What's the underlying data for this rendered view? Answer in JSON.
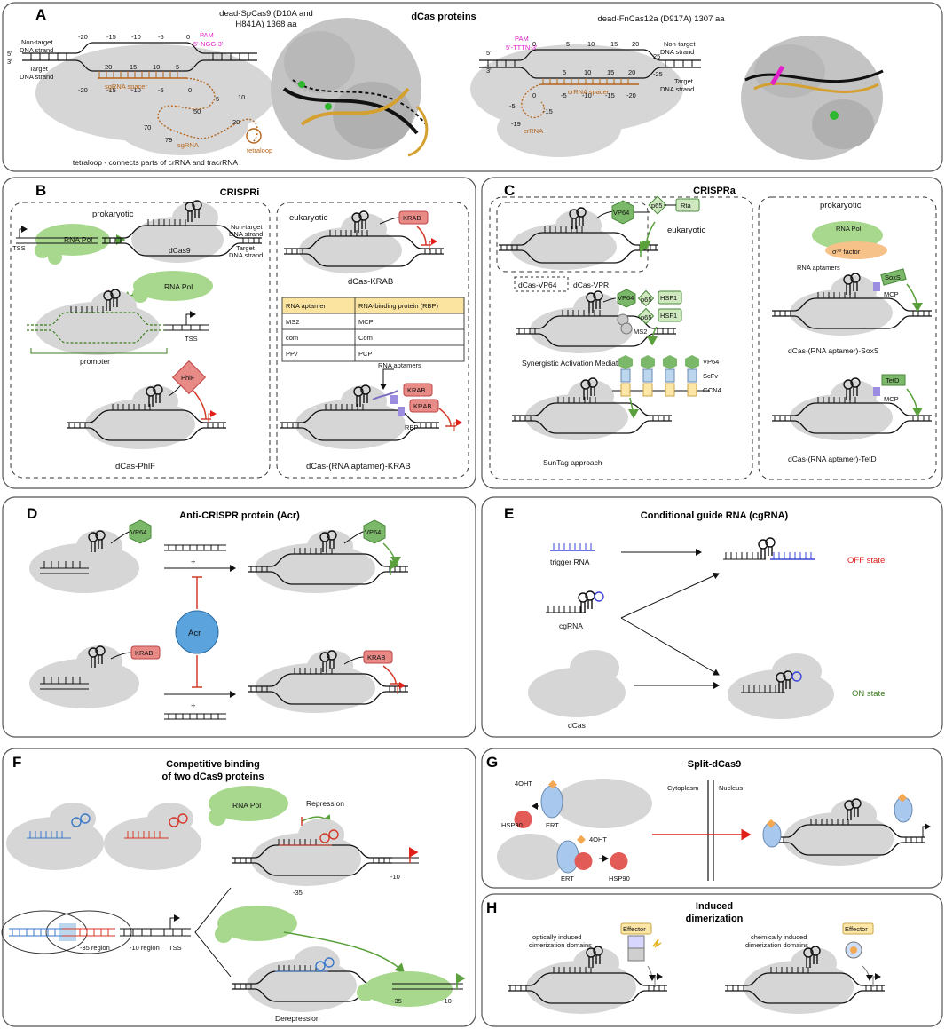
{
  "colors": {
    "cas_gray": "#d6d6d6",
    "rna_pol_green": "#a8d88e",
    "krab_red": "#e88a86",
    "vp64_green": "#7cb86a",
    "arrow_green": "#5aa03c",
    "repress_red": "#d43a2a",
    "acr_blue": "#5ba3dc",
    "sgrna_brown": "#b5651d",
    "pam_magenta": "#e020c8",
    "table_header": "#fbe3a0",
    "effector_yellow": "#fde7a6"
  },
  "panelA": {
    "letter": "A",
    "title": "dCas proteins",
    "spcas9_label_1": "dead-SpCas9 (D10A and",
    "spcas9_label_2": "H841A) 1368 aa",
    "fncas12a_label": "dead-FnCas12a (D917A) 1307 aa",
    "nontarget": "Non-target",
    "dna_strand": "DNA strand",
    "target": "Target",
    "pam_left": "PAM",
    "ngg": "5'-NGG-3'",
    "pam_right": "PAM",
    "tttn": "5'-TTTN-3'",
    "sgrna_spacer": "sgRNA spacer",
    "sgrna": "sgRNA",
    "tetraloop": "tetraloop",
    "crrna_spacer": "crRNA spacer",
    "crrna": "crRNA",
    "tetraloop_note": "tetraloop - connects parts of crRNA and tracrRNA",
    "ticks_top_left": [
      "-20",
      "-15",
      "-10",
      "-5",
      "0"
    ],
    "ticks_bottom_left": [
      "-20",
      "-15",
      "-10",
      "-5",
      "0"
    ],
    "ticks_mid_left": [
      "20",
      "15",
      "10",
      "5"
    ],
    "sg_nums": [
      "5",
      "10",
      "20",
      "50",
      "70",
      "79"
    ],
    "ticks_top_right": [
      "0",
      "5",
      "10",
      "15",
      "20",
      "25"
    ],
    "ticks_bottom_right": [
      "0",
      "-5",
      "-10",
      "-15",
      "-20",
      "-25"
    ],
    "ticks_mid_right": [
      "5",
      "10",
      "15",
      "20"
    ],
    "cr_nums": [
      "-5",
      "-15",
      "-19"
    ],
    "five": "5'",
    "three": "3'"
  },
  "panelB": {
    "letter": "B",
    "title": "CRISPRi",
    "prokaryotic": "prokaryotic",
    "eukaryotic": "eukaryotic",
    "tss": "TSS",
    "rna_pol": "RNA Pol",
    "dcas9": "dCas9",
    "nontarget": "Non-target",
    "dna_strand": "DNA strand",
    "target": "Target",
    "promoter": "promoter",
    "phlf": "PhlF",
    "dcas_phlf": "dCas-PhlF",
    "krab": "KRAB",
    "dcas_krab": "dCas-KRAB",
    "rna_aptamers": "RNA aptamers",
    "rbp": "RBP",
    "dcas_aptamer_krab": "dCas-(RNA aptamer)-KRAB",
    "table": {
      "headers": [
        "RNA aptamer",
        "RNA-binding protein (RBP)"
      ],
      "rows": [
        [
          "MS2",
          "MCP"
        ],
        [
          "com",
          "Com"
        ],
        [
          "PP7",
          "PCP"
        ]
      ]
    }
  },
  "panelC": {
    "letter": "C",
    "title": "CRISPRa",
    "eukaryotic": "eukaryotic",
    "prokaryotic": "prokaryotic",
    "vp64": "VP64",
    "p65": "p65",
    "rta": "Rta",
    "hsf1": "HSF1",
    "ms2": "MS2",
    "dcas_vp64": "dCas-VP64",
    "dcas_vpr": "dCas-VPR",
    "sam": "Synergistic Activation Mediator",
    "scfv": "ScFv",
    "gcn4": "GCN4",
    "suntag": "SunTag approach",
    "rna_pol": "RNA Pol",
    "sigma": "σ⁷⁰ factor",
    "rna_aptamers": "RNA aptamers",
    "soxs": "SoxS",
    "mcp": "MCP",
    "dcas_soxs": "dCas-(RNA aptamer)-SoxS",
    "tetd": "TetD",
    "dcas_tetd": "dCas-(RNA aptamer)-TetD"
  },
  "panelD": {
    "letter": "D",
    "title": "Anti-CRISPR protein (Acr)",
    "vp64": "VP64",
    "krab": "KRAB",
    "acr": "Acr",
    "plus": "+"
  },
  "panelE": {
    "letter": "E",
    "title": "Conditional guide RNA (cgRNA)",
    "trigger": "trigger RNA",
    "cgrna": "cgRNA",
    "dcas": "dCas",
    "off": "OFF state",
    "on": "ON state"
  },
  "panelF": {
    "letter": "F",
    "title_1": "Competitive binding",
    "title_2": "of two dCas9 proteins",
    "rna_pol": "RNA Pol",
    "repression": "Repression",
    "m35": "-35",
    "m10": "-10",
    "r35": "-35 region",
    "r10": "-10 region",
    "tss": "TSS",
    "derepression": "Derepression"
  },
  "panelG": {
    "letter": "G",
    "title": "Split-dCas9",
    "ohtA": "4OHT",
    "hsp90": "HSP90",
    "ert": "ERT",
    "cytoplasm": "Cytoplasm",
    "nucleus": "Nucleus"
  },
  "panelH": {
    "letter": "H",
    "title_1": "Induced",
    "title_2": "dimerization",
    "effector": "Effector",
    "optical_1": "optically induced",
    "optical_2": "dimerization domains",
    "chemical_1": "chemically induced",
    "chemical_2": "dimerization domains"
  }
}
